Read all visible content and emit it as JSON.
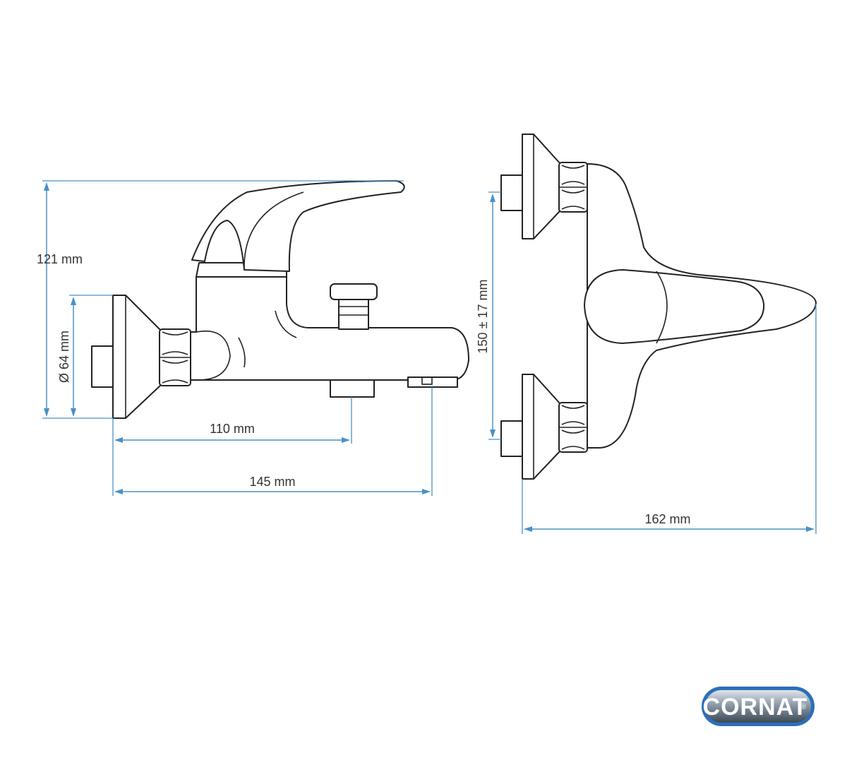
{
  "dimensions": {
    "height": "121 mm",
    "flange_diameter": "Ø 64 mm",
    "spout_to_diverter": "110 mm",
    "overall_depth": "145 mm",
    "inlet_spacing": "150 ± 17 mm",
    "overall_width": "162 mm"
  },
  "logo": {
    "text": "CORNAT",
    "registered": "®"
  },
  "colors": {
    "dimension_line": "#4a90c6",
    "outline": "#222222",
    "logo_blue": "#2c6fb8"
  }
}
